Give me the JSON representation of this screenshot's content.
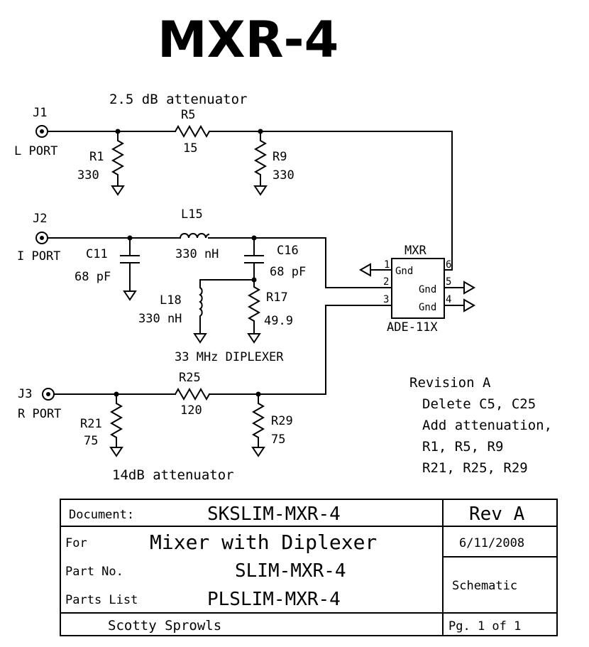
{
  "title": "MXR-4",
  "top_label": "2.5 dB attenuator",
  "bottom_label": "14dB attenuator",
  "diplexer_label": "33 MHz DIPLEXER",
  "ports": {
    "j1": {
      "ref": "J1",
      "name": "L PORT"
    },
    "j2": {
      "ref": "J2",
      "name": "I PORT"
    },
    "j3": {
      "ref": "J3",
      "name": "R PORT"
    }
  },
  "components": {
    "r1": {
      "ref": "R1",
      "value": "330"
    },
    "r5": {
      "ref": "R5",
      "value": "15"
    },
    "r9": {
      "ref": "R9",
      "value": "330"
    },
    "l15": {
      "ref": "L15",
      "value": "330 nH"
    },
    "c11": {
      "ref": "C11",
      "value": "68 pF"
    },
    "c16": {
      "ref": "C16",
      "value": "68 pF"
    },
    "l18": {
      "ref": "L18",
      "value": "330 nH"
    },
    "r17": {
      "ref": "R17",
      "value": "49.9"
    },
    "r25": {
      "ref": "R25",
      "value": "120"
    },
    "r21": {
      "ref": "R21",
      "value": "75"
    },
    "r29": {
      "ref": "R29",
      "value": "75"
    }
  },
  "mixer": {
    "ref": "MXR",
    "part": "ADE-11X",
    "pins": {
      "p1": {
        "num": "1",
        "name": "Gnd"
      },
      "p2": {
        "num": "2"
      },
      "p3": {
        "num": "3"
      },
      "p4": {
        "num": "4",
        "name": "Gnd"
      },
      "p5": {
        "num": "5",
        "name": "Gnd"
      },
      "p6": {
        "num": "6"
      }
    }
  },
  "revision_notes": [
    "Revision A",
    "Delete C5, C25",
    "Add attenuation,",
    "R1, R5, R9",
    "R21, R25, R29"
  ],
  "title_block": {
    "document_label": "Document:",
    "document_value": "SKSLIM-MXR-4",
    "rev": "Rev A",
    "for_label": "For",
    "for_value": "Mixer with Diplexer",
    "date": "6/11/2008",
    "part_label": "Part No.",
    "part_value": "SLIM-MXR-4",
    "type": "Schematic",
    "parts_list_label": "Parts List",
    "parts_list_value": "PLSLIM-MXR-4",
    "author": "Scotty Sprowls",
    "page": "Pg. 1 of 1"
  }
}
